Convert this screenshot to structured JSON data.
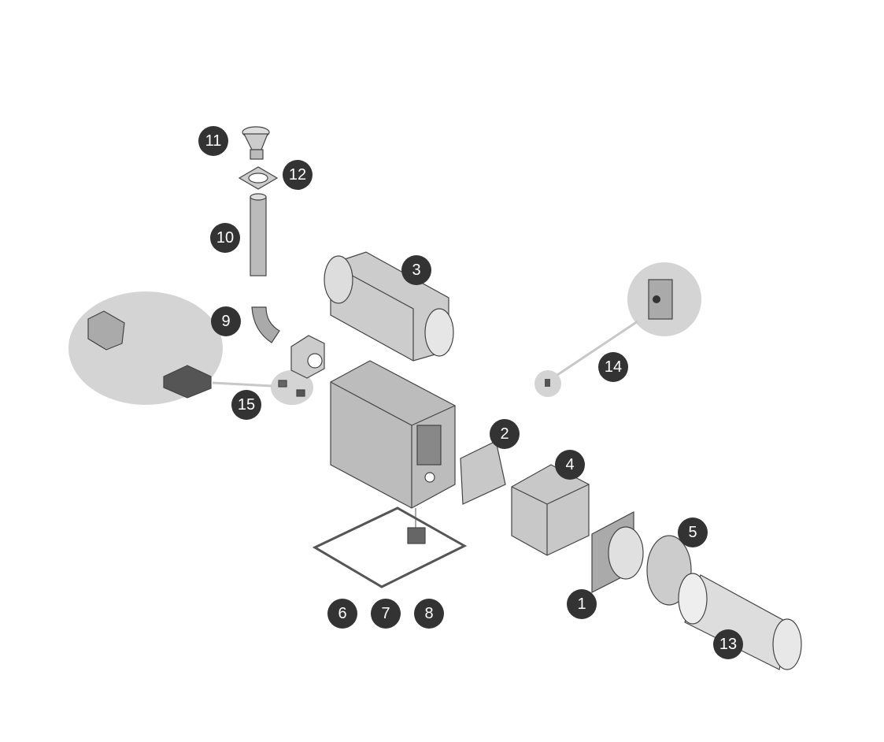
{
  "callouts": {
    "c1": "1",
    "c2": "2",
    "c3": "3",
    "c4": "4",
    "c5": "5",
    "c6": "6",
    "c7": "7",
    "c8": "8",
    "c9": "9",
    "c10": "10",
    "c11": "11",
    "c12": "12",
    "c13": "13",
    "c14": "14",
    "c15": "15"
  },
  "colors": {
    "badge": "#333333",
    "highlight": "#d4d4d4",
    "part": "#c8c8c8"
  }
}
